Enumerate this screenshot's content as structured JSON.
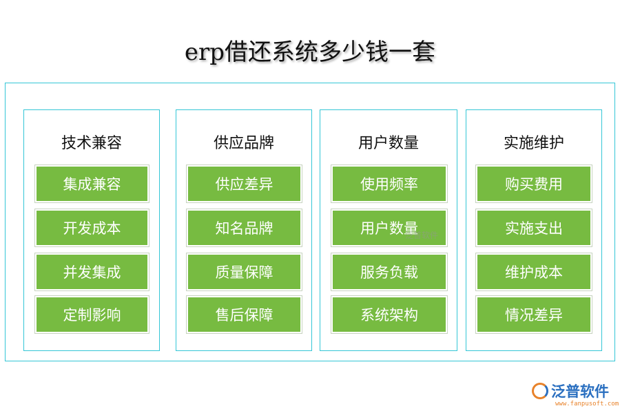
{
  "title": "erp借还系统多少钱一套",
  "columns": [
    {
      "heading": "技术兼容",
      "items": [
        "集成兼容",
        "开发成本",
        "并发集成",
        "定制影响"
      ]
    },
    {
      "heading": "供应品牌",
      "items": [
        "供应差异",
        "知名品牌",
        "质量保障",
        "售后保障"
      ]
    },
    {
      "heading": "用户数量",
      "items": [
        "使用频率",
        "用户数量",
        "服务负载",
        "系统架构"
      ]
    },
    {
      "heading": "实施维护",
      "items": [
        "购买费用",
        "实施支出",
        "维护成本",
        "情况差异"
      ]
    }
  ],
  "watermark": {
    "center_text": "泛普软件",
    "logo_text": "泛普软件",
    "logo_url": "www.fanpusoft.com"
  },
  "colors": {
    "border": "#33c6d6",
    "box_fill": "#77bb41",
    "logo_blue": "#2a6fc0",
    "logo_orange": "#e8822a"
  }
}
